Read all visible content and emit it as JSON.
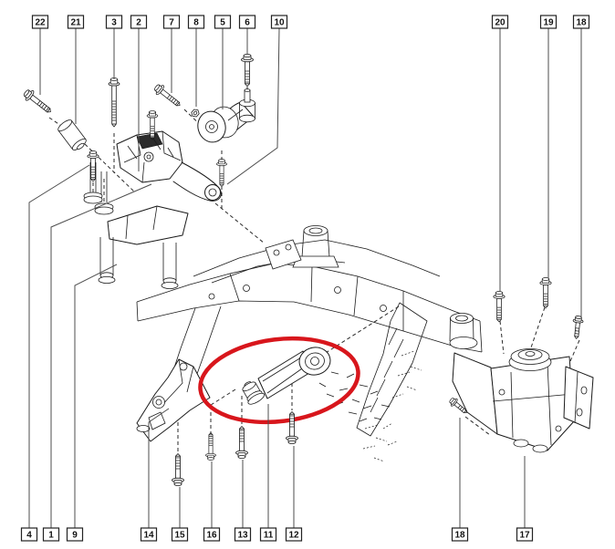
{
  "diagram": {
    "kind": "exploded-parts-diagram",
    "background_color": "#ffffff",
    "line_color": "#1a1a1a",
    "highlight": {
      "shape": "ellipse",
      "color": "#d8161c"
    },
    "callouts": {
      "top": [
        "22",
        "21",
        "3",
        "2",
        "7",
        "8",
        "5",
        "6",
        "10",
        "20",
        "19",
        "18"
      ],
      "bottom": [
        "4",
        "1",
        "9",
        "14",
        "15",
        "16",
        "13",
        "11",
        "12",
        "18",
        "17"
      ]
    }
  }
}
